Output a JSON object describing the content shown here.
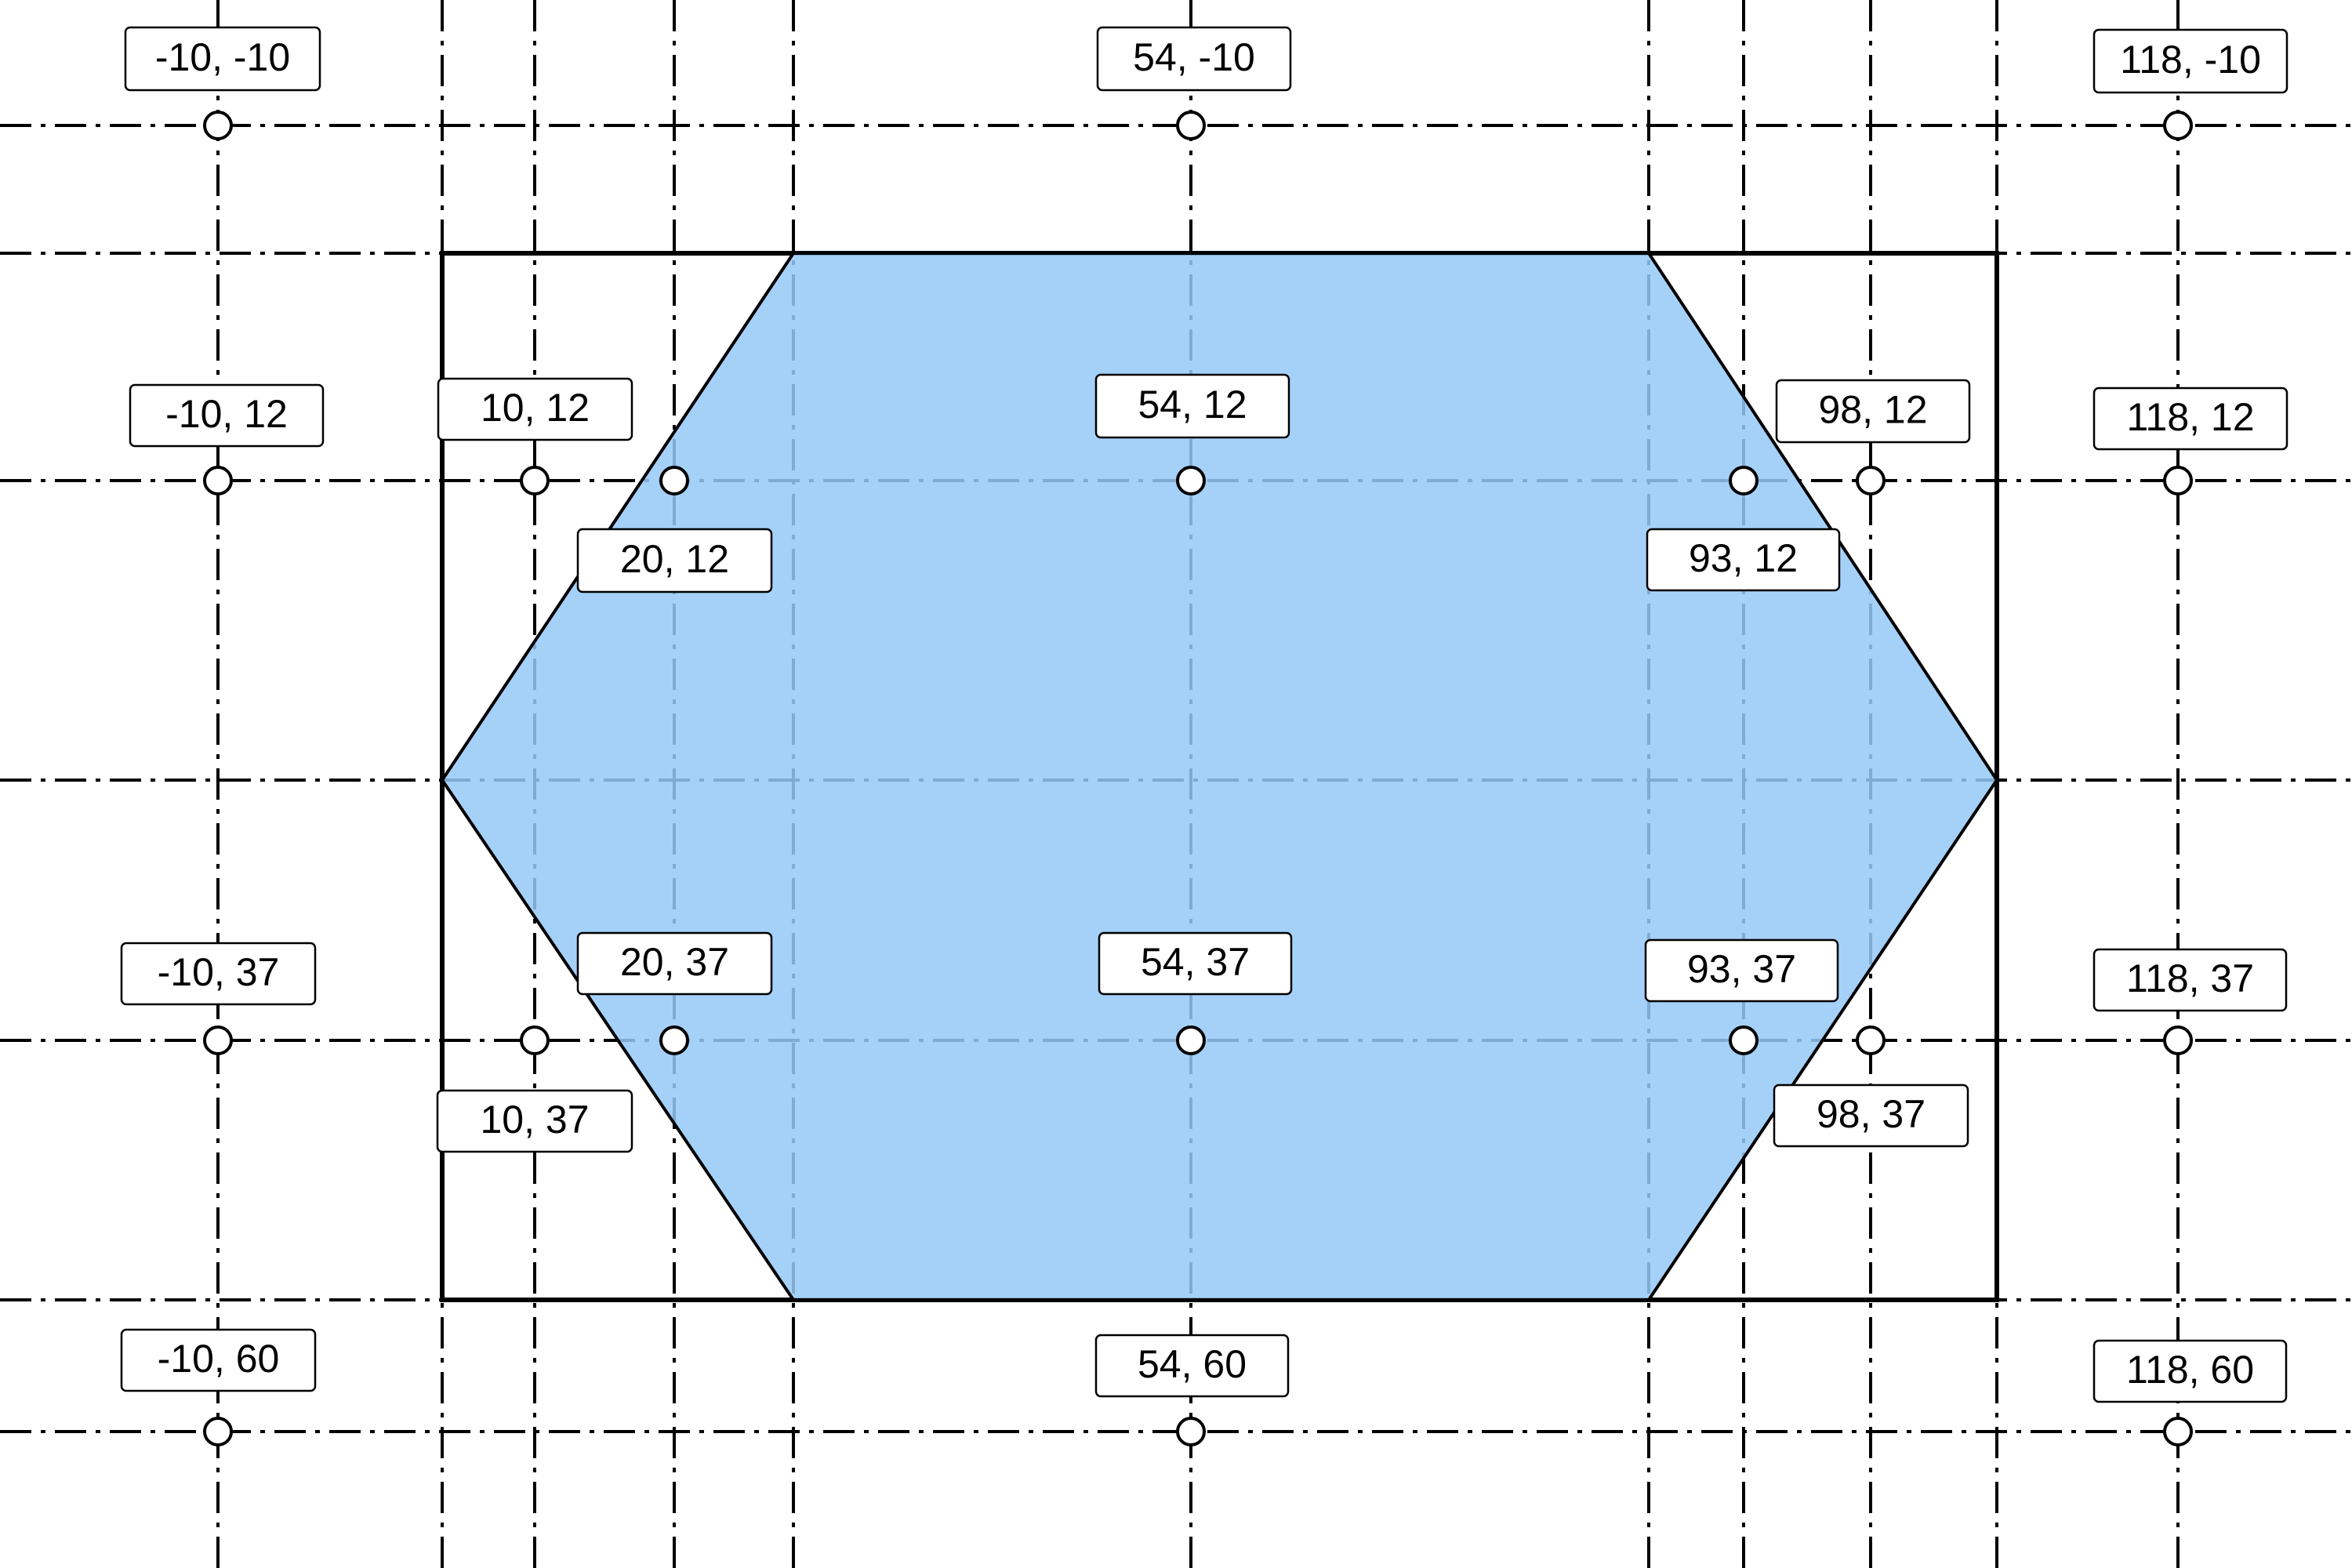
{
  "diagram": {
    "colors": {
      "fill": "#95C9F8",
      "stroke": "#000000",
      "background": "#ffffff"
    },
    "labels": [
      {
        "text": "-10, -10"
      },
      {
        "text": "54, -10"
      },
      {
        "text": "118, -10"
      },
      {
        "text": "-10, 12"
      },
      {
        "text": "10, 12"
      },
      {
        "text": "54, 12"
      },
      {
        "text": "98, 12"
      },
      {
        "text": "118, 12"
      },
      {
        "text": "20, 12"
      },
      {
        "text": "93, 12"
      },
      {
        "text": "-10, 37"
      },
      {
        "text": "20, 37"
      },
      {
        "text": "54, 37"
      },
      {
        "text": "93, 37"
      },
      {
        "text": "118, 37"
      },
      {
        "text": "10, 37"
      },
      {
        "text": "98, 37"
      },
      {
        "text": "-10, 60"
      },
      {
        "text": "54, 60"
      },
      {
        "text": "118, 60"
      }
    ]
  }
}
